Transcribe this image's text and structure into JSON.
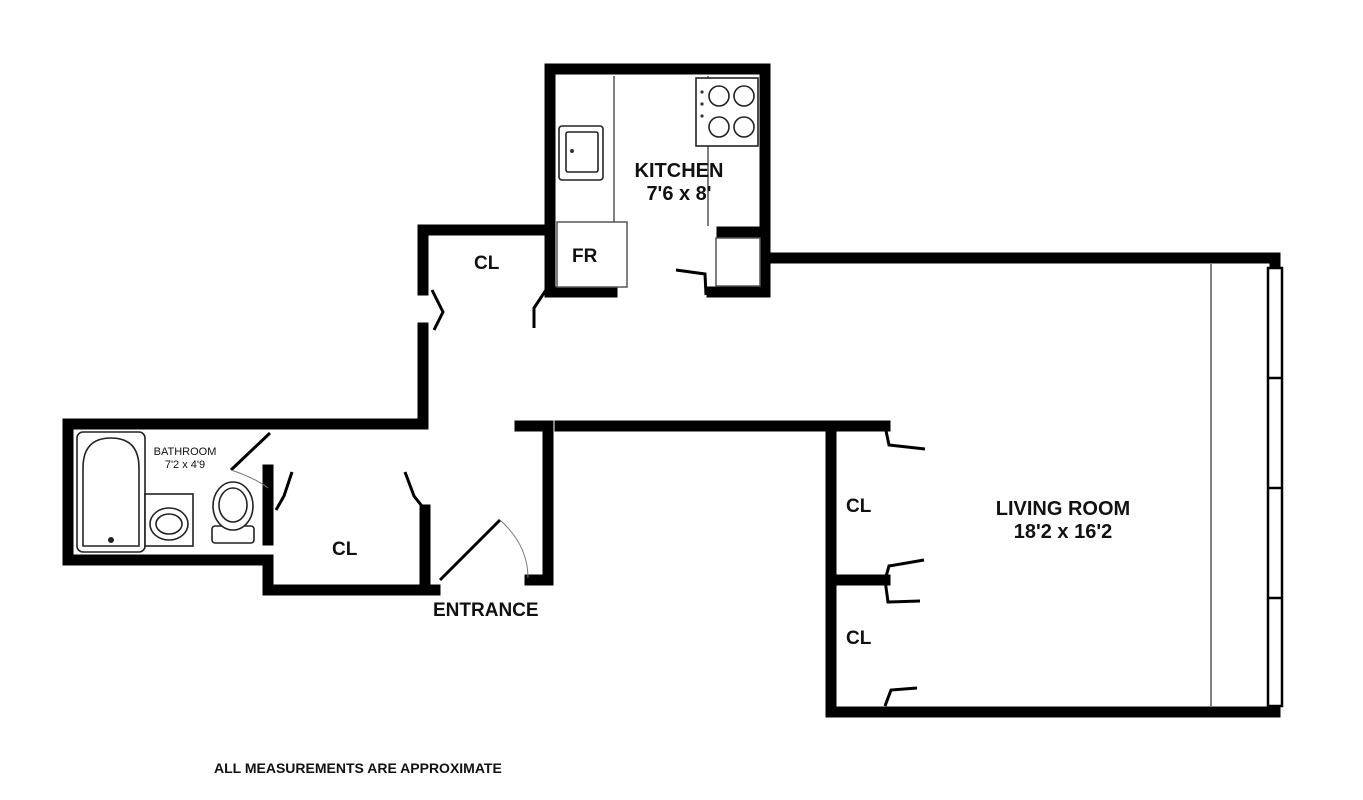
{
  "rooms": {
    "kitchen": {
      "name": "KITCHEN",
      "dims": "7'6 x 8'"
    },
    "living": {
      "name": "LIVING ROOM",
      "dims": "18'2 x 16'2"
    },
    "bathroom": {
      "name": "BATHROOM",
      "dims": "7'2 x 4'9"
    },
    "closet_upper": "CL",
    "closet_lower": "CL",
    "closet_living_top": "CL",
    "closet_living_bottom": "CL",
    "fridge": "FR"
  },
  "entrance": "ENTRANCE",
  "footnote": "ALL MEASUREMENTS ARE APPROXIMATE",
  "icons": [
    "stove-icon",
    "sink-icon",
    "bathtub-icon",
    "toilet-icon",
    "vanity-sink-icon",
    "window-icon",
    "door-swing-icon"
  ]
}
